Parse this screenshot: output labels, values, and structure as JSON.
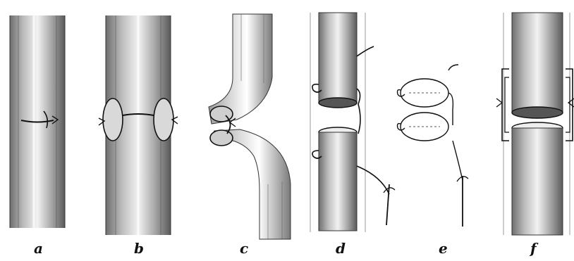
{
  "panels": [
    {
      "id": "a",
      "label": "a"
    },
    {
      "id": "b",
      "label": "b"
    },
    {
      "id": "c",
      "label": "c"
    },
    {
      "id": "d",
      "label": "d"
    },
    {
      "id": "e",
      "label": "e"
    },
    {
      "id": "f",
      "label": "f"
    }
  ],
  "colors": {
    "ink": "#222222",
    "shade": "#8a8a8a",
    "shade_light": "#c8c8c8",
    "paper": "#ffffff"
  }
}
